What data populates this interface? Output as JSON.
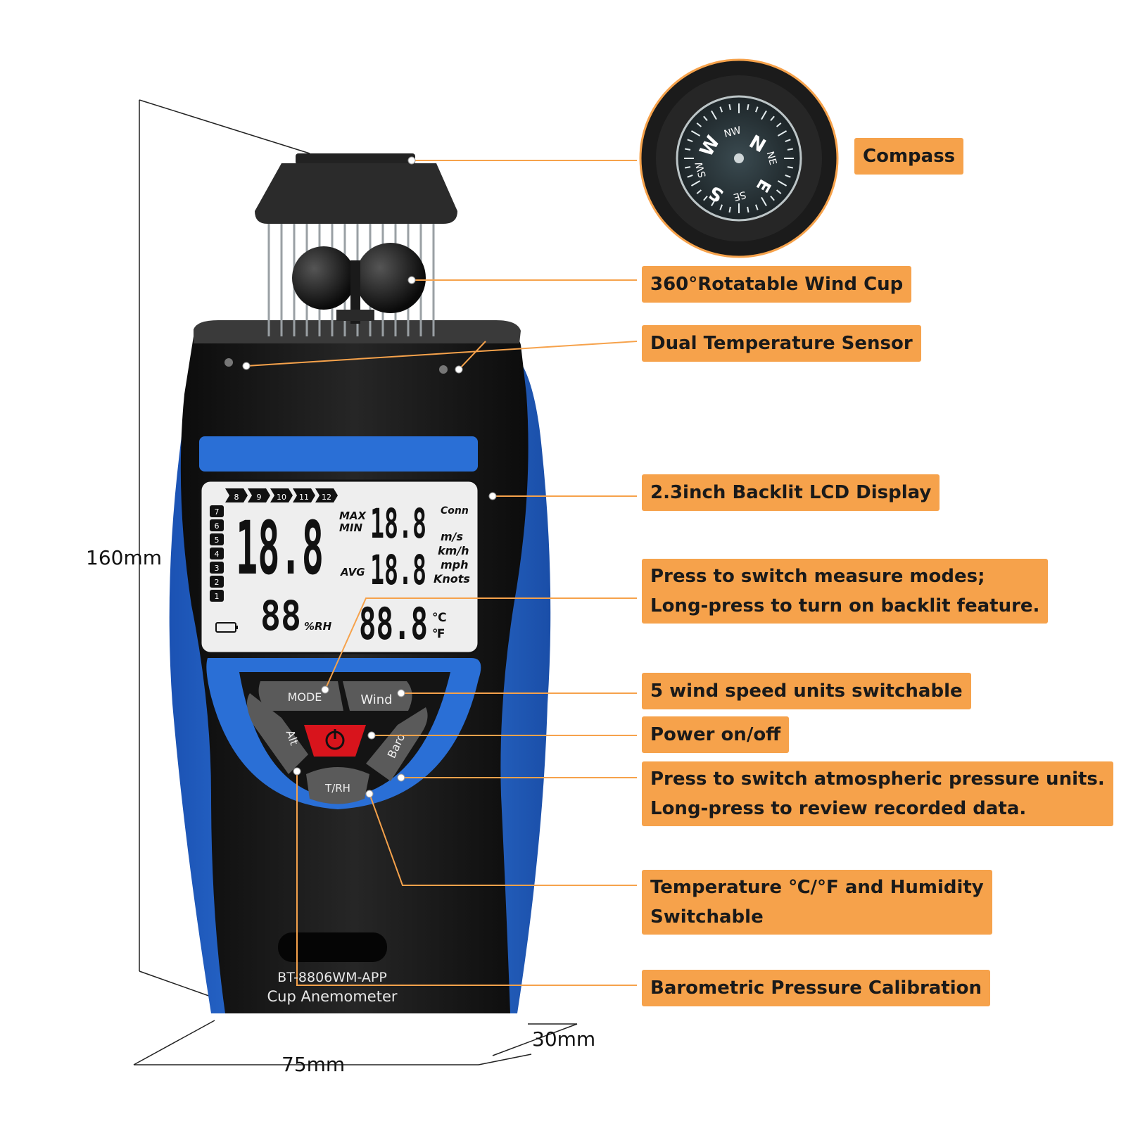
{
  "callouts": {
    "compass": "Compass",
    "wind_cup": "360°Rotatable Wind Cup",
    "dual_temp": "Dual Temperature Sensor",
    "lcd": "2.3inch Backlit LCD Display",
    "mode_line1": "Press to switch measure modes;",
    "mode_line2": "Long-press to turn on backlit feature.",
    "wind_units": "5 wind speed units switchable",
    "power": "Power on/off",
    "baro_line1": "Press to switch atmospheric pressure units.",
    "baro_line2": "Long-press to review recorded data.",
    "temp_line1": "Temperature ℃/°F and Humidity",
    "temp_line2": "Switchable",
    "baro_calib": "Barometric Pressure Calibration"
  },
  "dimensions": {
    "height": "160mm",
    "width": "75mm",
    "depth": "30mm"
  },
  "device": {
    "model": "BT-8806WM-APP",
    "name": "Cup Anemometer",
    "buttons": {
      "mode": "MODE",
      "wind": "Wind",
      "alt": "Alt",
      "baro": "Baro",
      "trh": "T/RH"
    }
  },
  "compass_labels": {
    "n": "N",
    "s": "S",
    "e": "E",
    "w": "W",
    "nw": "NW",
    "ne": "NE",
    "se": "SE",
    "sw": "SW"
  },
  "lcd": {
    "main": "18.8",
    "max_label": "MAX",
    "min_label": "MIN",
    "maxmin_value": "18.8",
    "avg_label": "AVG",
    "avg_value": "18.8",
    "conn": "Conn",
    "units": [
      "m/s",
      "km/h",
      "mph",
      "Knots"
    ],
    "humidity": "88",
    "humidity_unit": "%RH",
    "temp": "88.8",
    "temp_c": "℃",
    "temp_f": "℉",
    "bar_top": [
      "8",
      "9",
      "10",
      "11",
      "12"
    ],
    "bar_side": [
      "7",
      "6",
      "5",
      "4",
      "3",
      "2",
      "1"
    ]
  },
  "colors": {
    "callout": "#f6a24b",
    "body_blue": "#2a6fd6",
    "body_black": "#161616",
    "lcd": "#eeeeee",
    "power": "#d8141c"
  }
}
